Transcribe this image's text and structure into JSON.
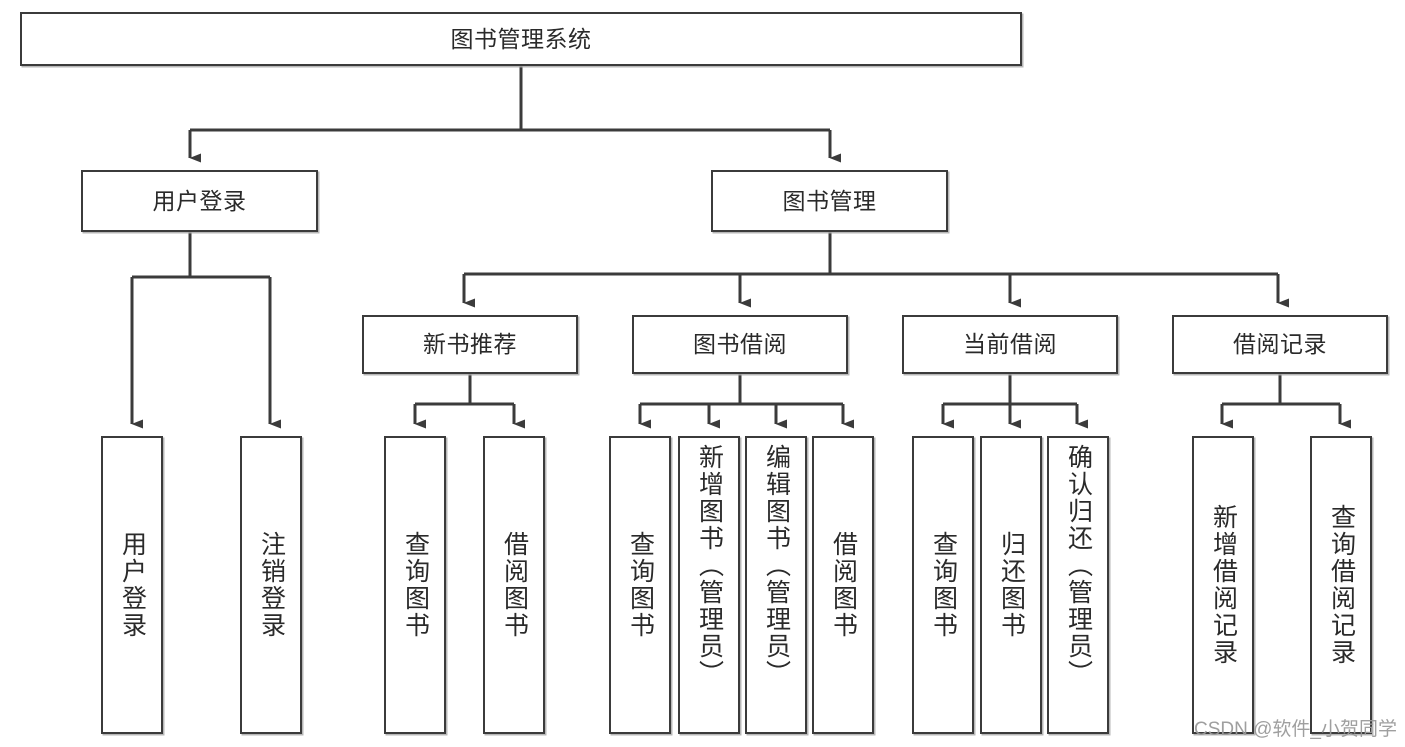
{
  "diagram": {
    "title": "图书管理系统",
    "type": "hierarchy-tree",
    "root": {
      "id": "root",
      "label": "图书管理系统",
      "orientation": "horizontal"
    },
    "level2": [
      {
        "id": "user-login",
        "label": "用户登录",
        "orientation": "horizontal"
      },
      {
        "id": "book-management",
        "label": "图书管理",
        "orientation": "horizontal"
      }
    ],
    "level3": [
      {
        "id": "new-book-recommend",
        "label": "新书推荐",
        "orientation": "horizontal"
      },
      {
        "id": "book-borrow",
        "label": "图书借阅",
        "orientation": "horizontal"
      },
      {
        "id": "current-borrow",
        "label": "当前借阅",
        "orientation": "horizontal"
      },
      {
        "id": "borrow-record",
        "label": "借阅记录",
        "orientation": "horizontal"
      }
    ],
    "leaves": [
      {
        "id": "leaf-user-login",
        "label": "用户登录",
        "parent": "user-login"
      },
      {
        "id": "leaf-logout-login",
        "label": "注销登录",
        "parent": "user-login"
      },
      {
        "id": "leaf-query-book-1",
        "label": "查询图书",
        "parent": "new-book-recommend"
      },
      {
        "id": "leaf-borrow-book-1",
        "label": "借阅图书",
        "parent": "new-book-recommend"
      },
      {
        "id": "leaf-query-book-2",
        "label": "查询图书",
        "parent": "book-borrow"
      },
      {
        "id": "leaf-add-book",
        "label": "新增图书（管理员）",
        "parent": "book-borrow"
      },
      {
        "id": "leaf-edit-book",
        "label": "编辑图书（管理员）",
        "parent": "book-borrow"
      },
      {
        "id": "leaf-borrow-book-2",
        "label": "借阅图书",
        "parent": "book-borrow"
      },
      {
        "id": "leaf-query-book-3",
        "label": "查询图书",
        "parent": "current-borrow"
      },
      {
        "id": "leaf-return-book",
        "label": "归还图书",
        "parent": "current-borrow"
      },
      {
        "id": "leaf-confirm-return",
        "label": "确认归还（管理员）",
        "parent": "current-borrow"
      },
      {
        "id": "leaf-add-record",
        "label": "新增借阅记录",
        "parent": "borrow-record"
      },
      {
        "id": "leaf-query-record",
        "label": "查询借阅记录",
        "parent": "borrow-record"
      }
    ],
    "colors": {
      "stroke": "#3b3b3b",
      "text": "#2a2a2a",
      "background": "#ffffff",
      "watermark": "#9a9a9a"
    }
  },
  "watermark": {
    "text": "CSDN @软件_小贺同学"
  }
}
